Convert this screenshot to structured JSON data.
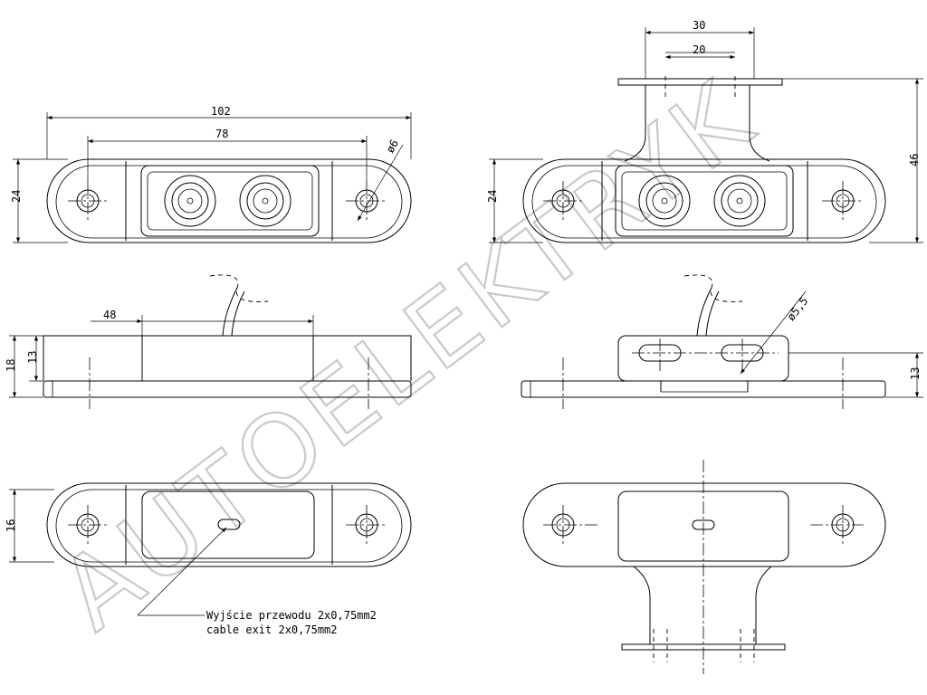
{
  "watermark": "AUTOELEKTRYK",
  "dimensions": {
    "d102": "102",
    "d78": "78",
    "d6": "ø6",
    "d24_left": "24",
    "d30": "30",
    "d20": "20",
    "d46": "46",
    "d24_right": "24",
    "d48": "48",
    "d18": "18",
    "d13_left": "13",
    "d5_5": "ø5,5",
    "d13_right": "13",
    "d16": "16"
  },
  "note": {
    "line1": "Wyjście przewodu 2x0,75mm2",
    "line2": "cable exit 2x0,75mm2"
  }
}
